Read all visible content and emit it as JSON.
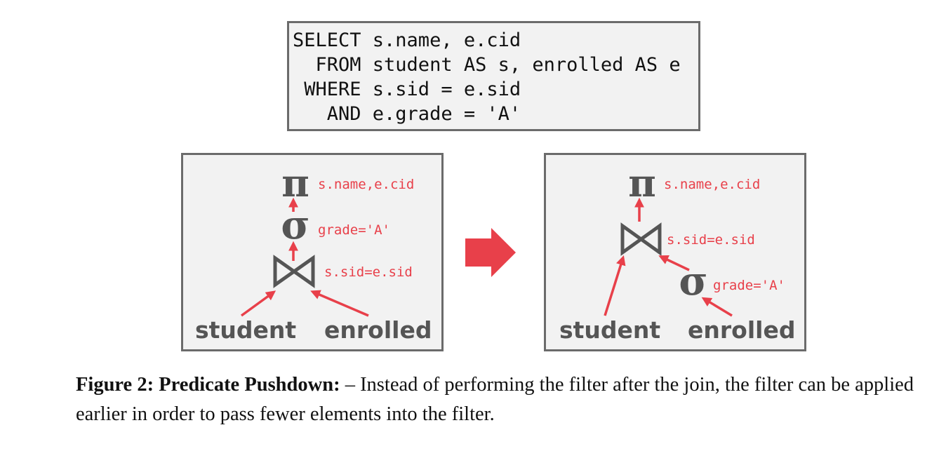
{
  "sql": {
    "lines": [
      "SELECT s.name, e.cid",
      "  FROM student AS s, enrolled AS e",
      " WHERE s.sid = e.sid",
      "   AND e.grade = 'A'"
    ]
  },
  "left_plan": {
    "projection_symbol": "π",
    "projection_label": "s.name,e.cid",
    "selection_symbol": "σ",
    "selection_label": "grade='A'",
    "join_label": "s.sid=e.sid",
    "left_relation": "student",
    "right_relation": "enrolled"
  },
  "right_plan": {
    "projection_symbol": "π",
    "projection_label": "s.name,e.cid",
    "selection_symbol": "σ",
    "selection_label": "grade='A'",
    "join_label": "s.sid=e.sid",
    "left_relation": "student",
    "right_relation": "enrolled"
  },
  "caption": {
    "label": "Figure 2: Predicate Pushdown:",
    "text": " – Instead of performing the filter after the join, the filter can be applied earlier in order to pass fewer elements into the filter."
  },
  "colors": {
    "accent": "#e8404a",
    "operator": "#555555",
    "panel_bg": "#f2f2f2",
    "border": "#6b6b6b"
  }
}
